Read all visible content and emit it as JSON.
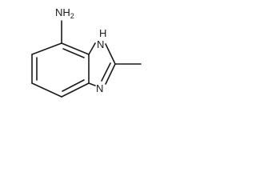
{
  "structure": {
    "labels": {
      "amine": "NH2",
      "amine_n": "N",
      "amine_h": "H",
      "amine_sub": "2",
      "ring_nh": "H",
      "ring_n_top": "N",
      "ring_n_bottom": "N"
    },
    "colors": {
      "ink": "#1a1a1a",
      "background": "#ffffff"
    }
  }
}
